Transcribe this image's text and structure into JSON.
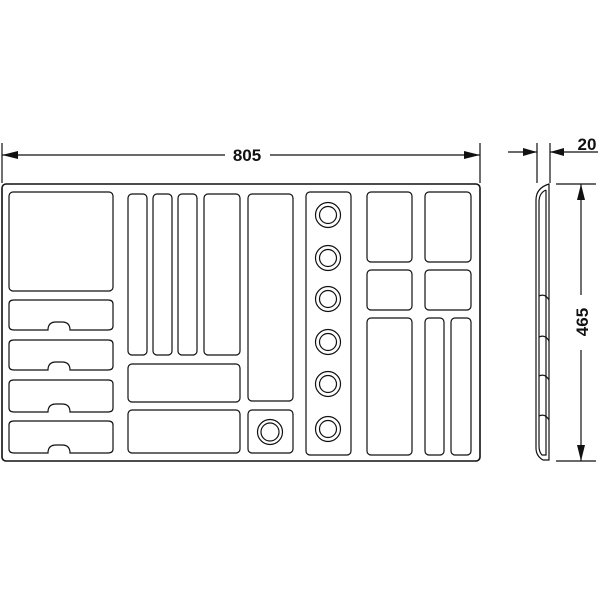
{
  "dimensions": {
    "width": "805",
    "depth": "20",
    "height": "465"
  }
}
